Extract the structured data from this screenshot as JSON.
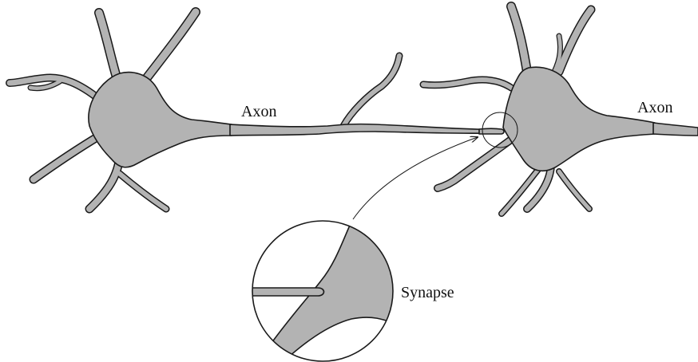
{
  "labels": {
    "axon_left": "Axon",
    "axon_right": "Axon",
    "synapse": "Synapse"
  },
  "colors": {
    "cell_fill": "#b3b3b3",
    "outline": "#1a1a1a",
    "background": "#ffffff"
  }
}
